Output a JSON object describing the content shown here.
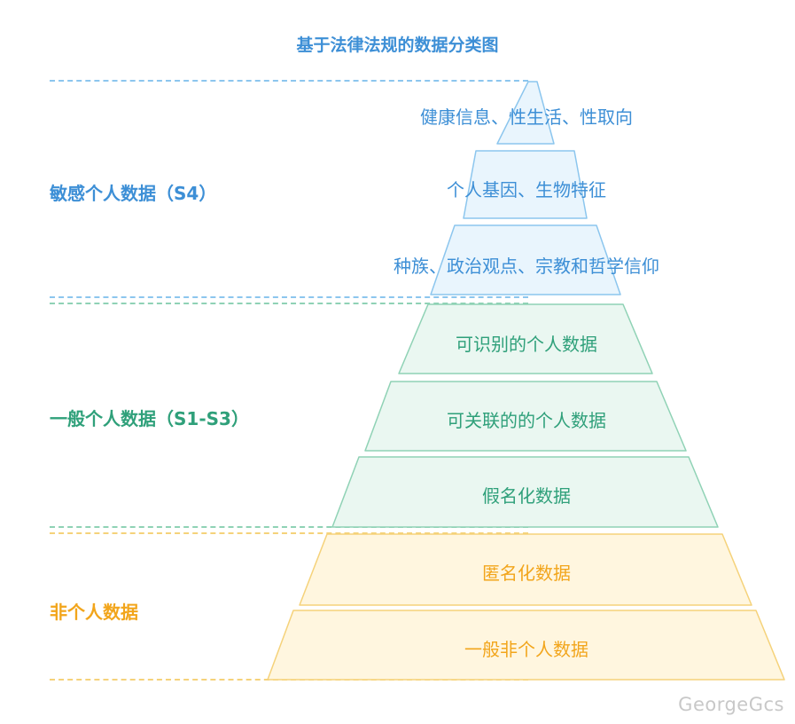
{
  "title": "基于法律法规的数据分类图",
  "groups": [
    {
      "label": "敏感个人数据（S4）",
      "color": "#3d8fd6"
    },
    {
      "label": "一般个人数据（S1-S3）",
      "color": "#2fa07a"
    },
    {
      "label": "非个人数据",
      "color": "#f2a51b"
    }
  ],
  "layers": [
    {
      "label": "健康信息、性生活、性取向",
      "group": 0
    },
    {
      "label": "个人基因、生物特征",
      "group": 0
    },
    {
      "label": "种族、政治观点、宗教和哲学信仰",
      "group": 0
    },
    {
      "label": "可识别的个人数据",
      "group": 1
    },
    {
      "label": "可关联的的个人数据",
      "group": 1
    },
    {
      "label": "假名化数据",
      "group": 1
    },
    {
      "label": "匿名化数据",
      "group": 2
    },
    {
      "label": "一般非个人数据",
      "group": 2
    }
  ],
  "theme": {
    "blue": {
      "fill": "#e9f5fd",
      "stroke": "#8cc6ee",
      "text": "#3d8fd6"
    },
    "green": {
      "fill": "#eaf7f1",
      "stroke": "#8fd2b5",
      "text": "#2fa07a"
    },
    "yellow": {
      "fill": "#fff6df",
      "stroke": "#f5d27a",
      "text": "#f2a51b"
    }
  },
  "watermark": "GeorgeGcs"
}
